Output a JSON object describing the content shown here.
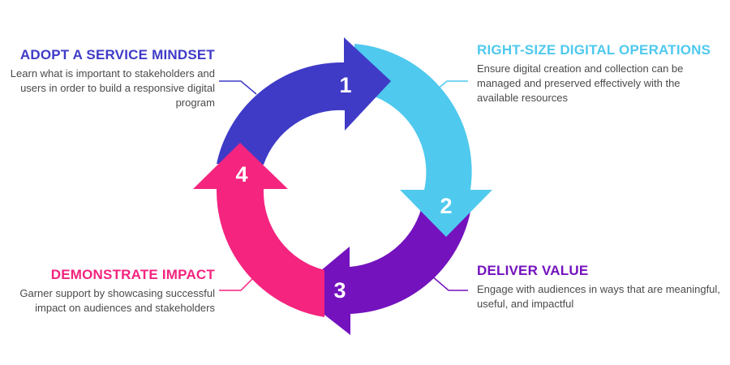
{
  "steps": [
    {
      "number": "1",
      "title": "ADOPT A SERVICE MINDSET",
      "description": "Learn what is important to stakeholders and users in order to build a responsive digital program",
      "color": "#3f3bc7"
    },
    {
      "number": "2",
      "title": "RIGHT-SIZE DIGITAL OPERATIONS",
      "description": "Ensure digital creation and collection can be managed and preserved effectively with the available resources",
      "color": "#4fc9ee"
    },
    {
      "number": "3",
      "title": "DELIVER VALUE",
      "description": "Engage with audiences in ways that are meaningful, useful, and impactful",
      "color": "#7412bd"
    },
    {
      "number": "4",
      "title": "DEMONSTRATE IMPACT",
      "description": "Garner support by showcasing successful impact on audiences and stakeholders",
      "color": "#f4247f"
    }
  ]
}
